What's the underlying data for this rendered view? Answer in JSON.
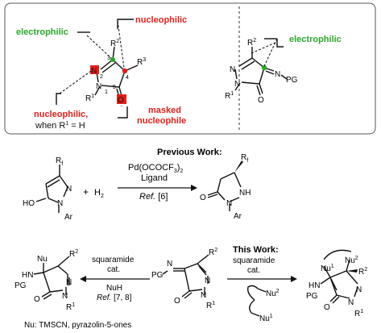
{
  "top_panel": {
    "left": {
      "label_electrophilic": "electrophilic",
      "label_nucleophilic_top": "nucleophilic",
      "label_nucleophilic_bottom": "nucleophilic,",
      "label_when": "when R",
      "label_when_sup": "1",
      "label_when_tail": " = H",
      "label_masked_1": "masked",
      "label_masked_2": "nucleophile",
      "atom_n_red": "N",
      "atom_n": "N",
      "atom_o_red": "O",
      "r1": "R",
      "r1_sup": "1",
      "r2": "R",
      "r2_sup": "2",
      "r3": "R",
      "r3_sup": "3",
      "num_1": "1",
      "num_2": "2",
      "num_3": "3",
      "num_4": "4",
      "num_5": "5"
    },
    "right": {
      "label_electrophilic": "electrophilic",
      "r2": "R",
      "r2_sup": "2",
      "r1": "R",
      "r1_sup": "1",
      "n1": "N",
      "n2": "N",
      "n_imine": "N",
      "pg": "PG",
      "o": "O"
    }
  },
  "previous_work": {
    "title": "Previous Work:",
    "reagent_1": "Pd(OCOCF",
    "reagent_1_sub": "3",
    "reagent_1_tail": ")",
    "reagent_1_sub2": "2",
    "reagent_2": "Ligand",
    "reagent_3": "Ref.",
    "reagent_3_tail": " [6]",
    "plus": "+",
    "h2": "H",
    "h2_sub": "2",
    "sm_rf": "R",
    "sm_rf_sub": "f",
    "sm_ho": "HO",
    "sm_n1": "N",
    "sm_n2": "N",
    "sm_ar": "Ar",
    "pr_rf": "R",
    "pr_rf_sub": "f",
    "pr_o": "O",
    "pr_nh": "NH",
    "pr_n": "N",
    "pr_ar": "Ar"
  },
  "bottom": {
    "left_product": {
      "nu": "Nu",
      "r2": "R",
      "r2_sup": "2",
      "hn": "HN",
      "pg": "PG",
      "o": "O",
      "n1": "N",
      "n2": "N",
      "r1": "R",
      "r1_sup": "1"
    },
    "left_conditions": {
      "line1": "squaramide",
      "line2": "cat.",
      "line3": "NuH",
      "line4": "Ref.",
      "line4_tail": " [7, 8]"
    },
    "center": {
      "pg": "PG",
      "n_imine": "N",
      "r2": "R",
      "r2_sup": "2",
      "n1": "N",
      "n2": "N",
      "o": "O",
      "r1": "R",
      "r1_sup": "1"
    },
    "right_conditions": {
      "title": "This Work:",
      "line1": "squaramide",
      "line2": "cat.",
      "nu2": "Nu",
      "nu2_sup": "2",
      "nu1": "Nu",
      "nu1_sup": "1"
    },
    "right_product": {
      "nu1": "Nu",
      "nu1_sup": "1",
      "nu2": "Nu",
      "nu2_sup": "2",
      "r2": "R",
      "r2_sup": "2",
      "hn": "HN",
      "pg": "PG",
      "o": "O",
      "n1": "N",
      "n2": "N",
      "r1": "R",
      "r1_sup": "1"
    },
    "footnote": "Nu: TMSCN, pyrazolin-5-ones"
  },
  "colors": {
    "red": "#e0201b",
    "green": "#2aa82a",
    "ink": "#111111",
    "panel_border": "#555555"
  }
}
